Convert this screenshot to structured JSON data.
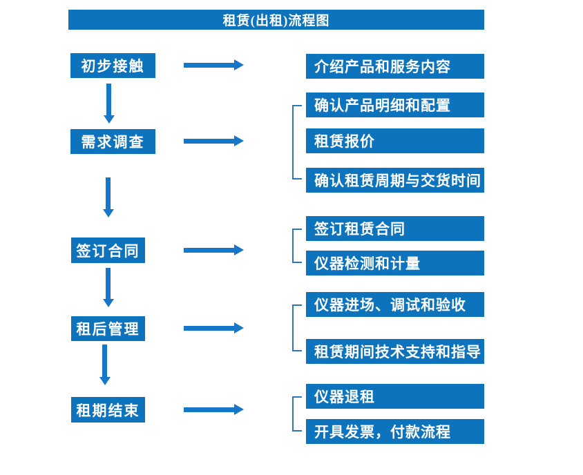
{
  "title": "租赁(出租)流程图",
  "colors": {
    "box_blue": "#0E73BD",
    "arrow_blue": "#1677C8",
    "bracket_blue": "#2E75B6",
    "text_white": "#FFFFFF",
    "background": "#FFFFFF"
  },
  "steps": [
    {
      "label": "初步接触",
      "details": [
        "介绍产品和服务内容"
      ]
    },
    {
      "label": "需求调查",
      "details": [
        "确认产品明细和配置",
        "租赁报价",
        "确认租赁周期与交货时间"
      ]
    },
    {
      "label": "签订合同",
      "details": [
        "签订租赁合同",
        "仪器检测和计量"
      ]
    },
    {
      "label": "租后管理",
      "details": [
        "仪器进场、调试和验收",
        "租赁期间技术支持和指导"
      ]
    },
    {
      "label": "租期结束",
      "details": [
        "仪器退租",
        "开具发票，付款流程"
      ]
    }
  ]
}
